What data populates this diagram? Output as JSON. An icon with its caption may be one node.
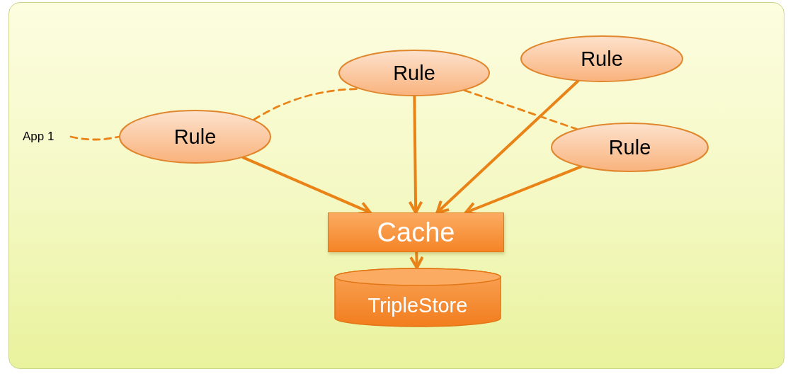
{
  "diagram": {
    "nodes": [
      {
        "text": [
          "App 1"
        ]
      },
      {
        "text": [
          "Rule"
        ]
      },
      {
        "text": [
          "Rule"
        ]
      },
      {
        "text": [
          "Rule"
        ]
      },
      {
        "text": [
          "Rule"
        ]
      },
      {
        "text": [
          "Cache"
        ]
      },
      {
        "text": [
          "TripleStore"
        ]
      }
    ],
    "edges": [
      {
        "from": 0,
        "to": 1,
        "arrow": "none",
        "style": "dashed"
      },
      {
        "from": 1,
        "to": 2,
        "arrow": "none",
        "style": "dashed"
      },
      {
        "from": 2,
        "to": 4,
        "arrow": "none",
        "style": "dashed"
      },
      {
        "from": 1,
        "to": 5,
        "arrow": "to"
      },
      {
        "from": 2,
        "to": 5,
        "arrow": "to"
      },
      {
        "from": 3,
        "to": 5,
        "arrow": "to"
      },
      {
        "from": 4,
        "to": 5,
        "arrow": "to"
      },
      {
        "from": 5,
        "to": 6,
        "arrow": "to"
      }
    ]
  }
}
